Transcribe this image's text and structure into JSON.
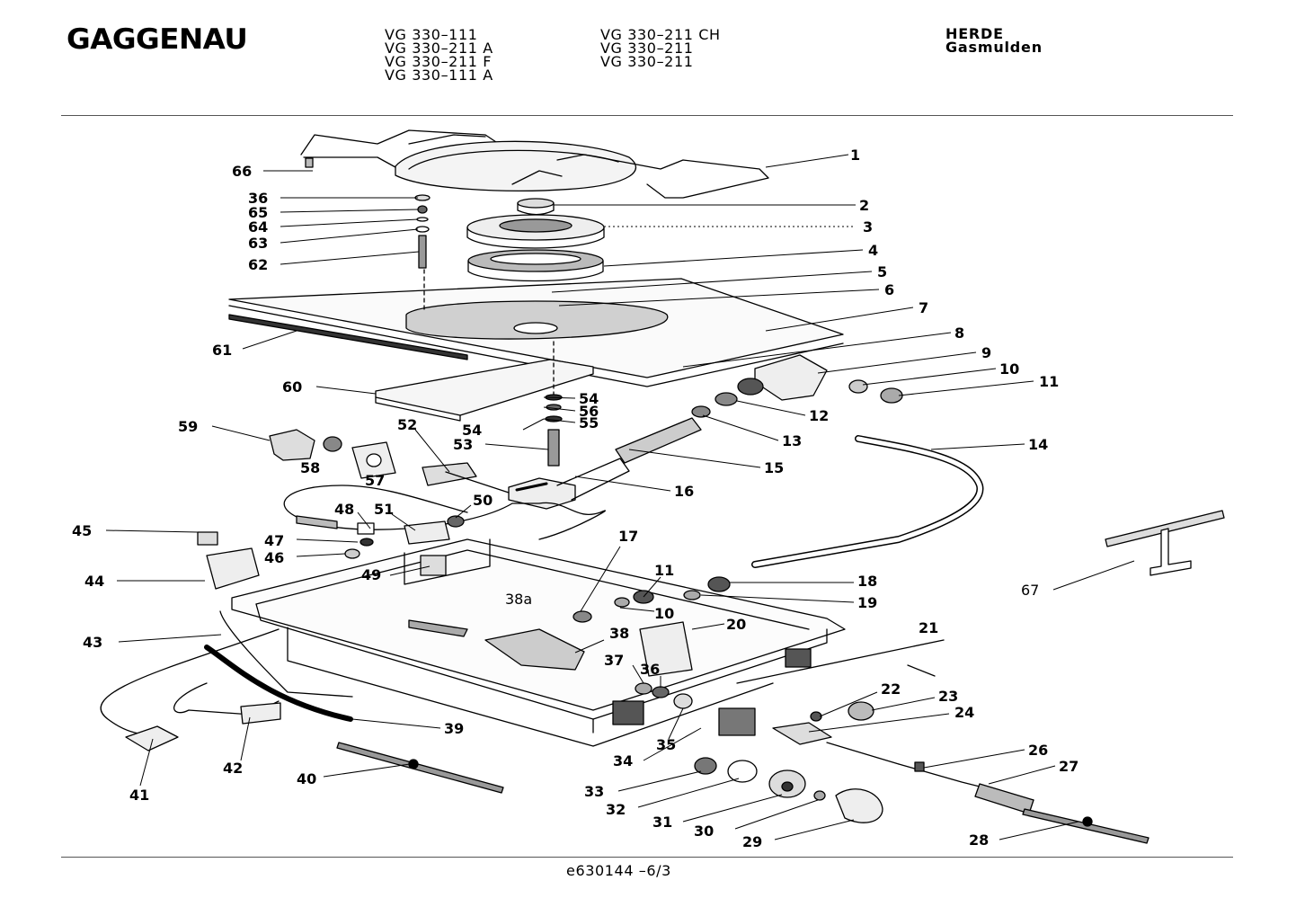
{
  "header": {
    "brand": "GAGGENAU",
    "models_col1": [
      "VG 330–111",
      "VG 330–211 A",
      "VG 330–211 F",
      "VG 330–111 A"
    ],
    "models_col2": [
      "VG 330–211 CH",
      "VG 330–211",
      "VG 330–211"
    ],
    "category": "HERDE",
    "subcategory": "Gasmulden"
  },
  "footer": {
    "doc_number": "e630144 –6/3"
  },
  "callouts": {
    "c1": "1",
    "c2": "2",
    "c3": "3",
    "c4": "4",
    "c5": "5",
    "c6": "6",
    "c7": "7",
    "c8": "8",
    "c9": "9",
    "c10": "10",
    "c10b": "10",
    "c11": "11",
    "c11b": "11",
    "c12": "12",
    "c13": "13",
    "c14": "14",
    "c15": "15",
    "c16": "16",
    "c17": "17",
    "c18": "18",
    "c19": "19",
    "c20": "20",
    "c21": "21",
    "c22": "22",
    "c23": "23",
    "c24": "24",
    "c26": "26",
    "c27": "27",
    "c28": "28",
    "c29": "29",
    "c30": "30",
    "c31": "31",
    "c32": "32",
    "c33": "33",
    "c34": "34",
    "c35": "35",
    "c36": "36",
    "c36b": "36",
    "c37": "37",
    "c38": "38",
    "c38a": "38a",
    "c39": "39",
    "c40": "40",
    "c41": "41",
    "c42": "42",
    "c43": "43",
    "c44": "44",
    "c45": "45",
    "c46": "46",
    "c47": "47",
    "c48": "48",
    "c49": "49",
    "c50": "50",
    "c51": "51",
    "c52": "52",
    "c53": "53",
    "c54": "54",
    "c54b": "54",
    "c55": "55",
    "c56": "56",
    "c57": "57",
    "c58": "58",
    "c59": "59",
    "c60": "60",
    "c61": "61",
    "c62": "62",
    "c63": "63",
    "c64": "64",
    "c65": "65",
    "c66": "66",
    "c67": "67"
  }
}
